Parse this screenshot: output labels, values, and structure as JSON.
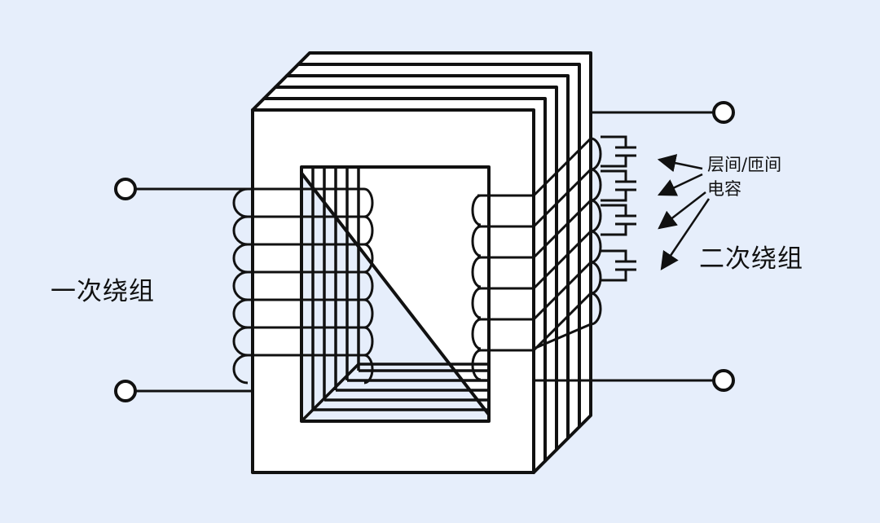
{
  "labels": {
    "primary_winding": "一次绕组",
    "secondary_winding": "二次绕组",
    "capacitance_line1": "层间/匝间",
    "capacitance_line2": "电容"
  },
  "colors": {
    "background": "#e6eefb",
    "stroke": "#111111",
    "fill": "#ffffff"
  }
}
